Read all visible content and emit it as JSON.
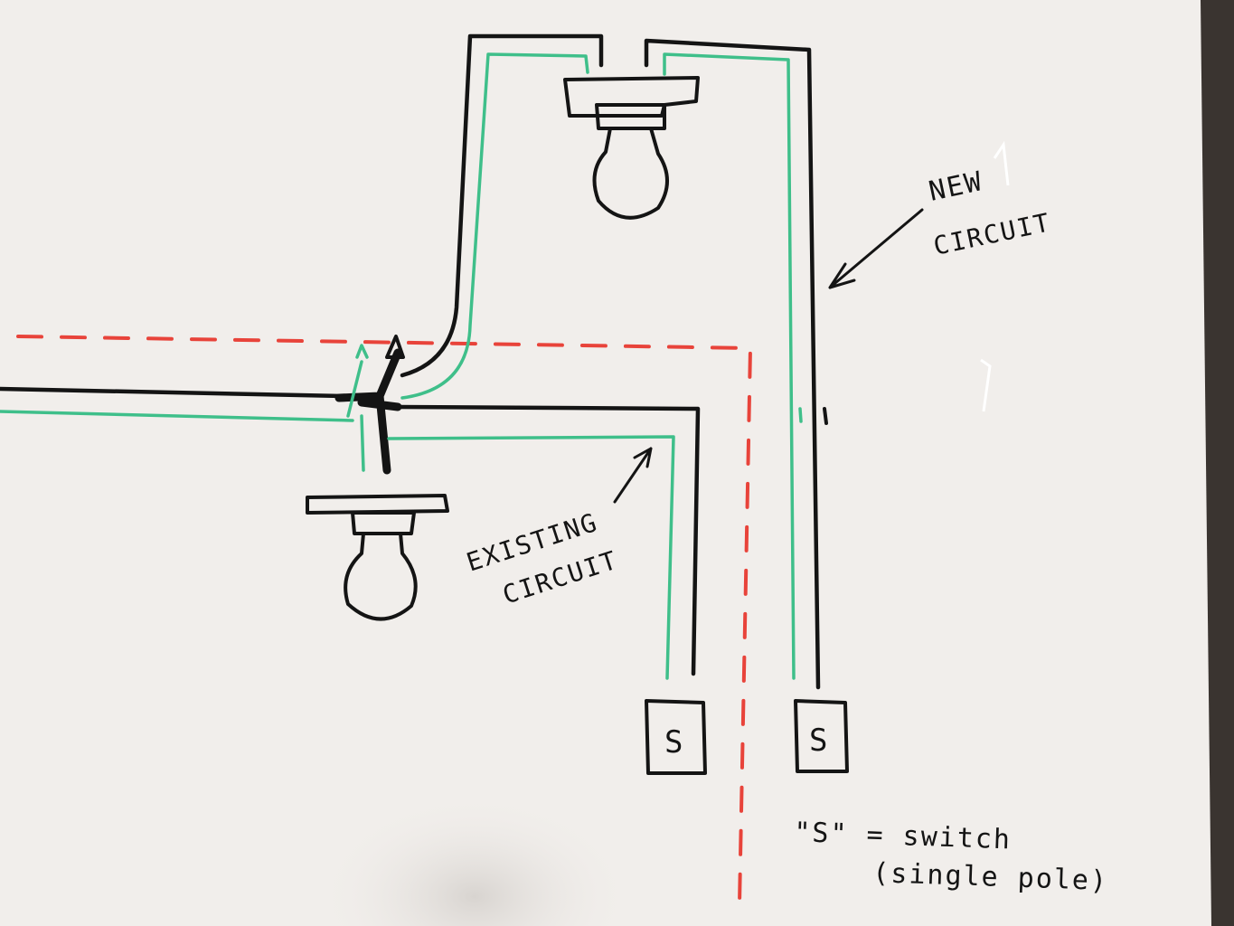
{
  "labels": {
    "new_circuit_line1": "NEW",
    "new_circuit_line2": "CIRCUIT",
    "existing_circuit_line1": "EXISTING",
    "existing_circuit_line2": "CIRCUIT",
    "switch_left": "S",
    "switch_right": "S",
    "legend_line1": "\"S\" = switch",
    "legend_line2": "(single pole)"
  },
  "colors": {
    "paper": "#f1eeeb",
    "hot_wire": "#141414",
    "ground_wire": "#3fbf8a",
    "ceiling_line": "#e8433a",
    "counter": "#3a3430"
  },
  "icons": {
    "fixture_existing": "light-bulb-icon",
    "fixture_new": "light-bulb-icon",
    "arrow": "hand-drawn-arrow-icon"
  }
}
